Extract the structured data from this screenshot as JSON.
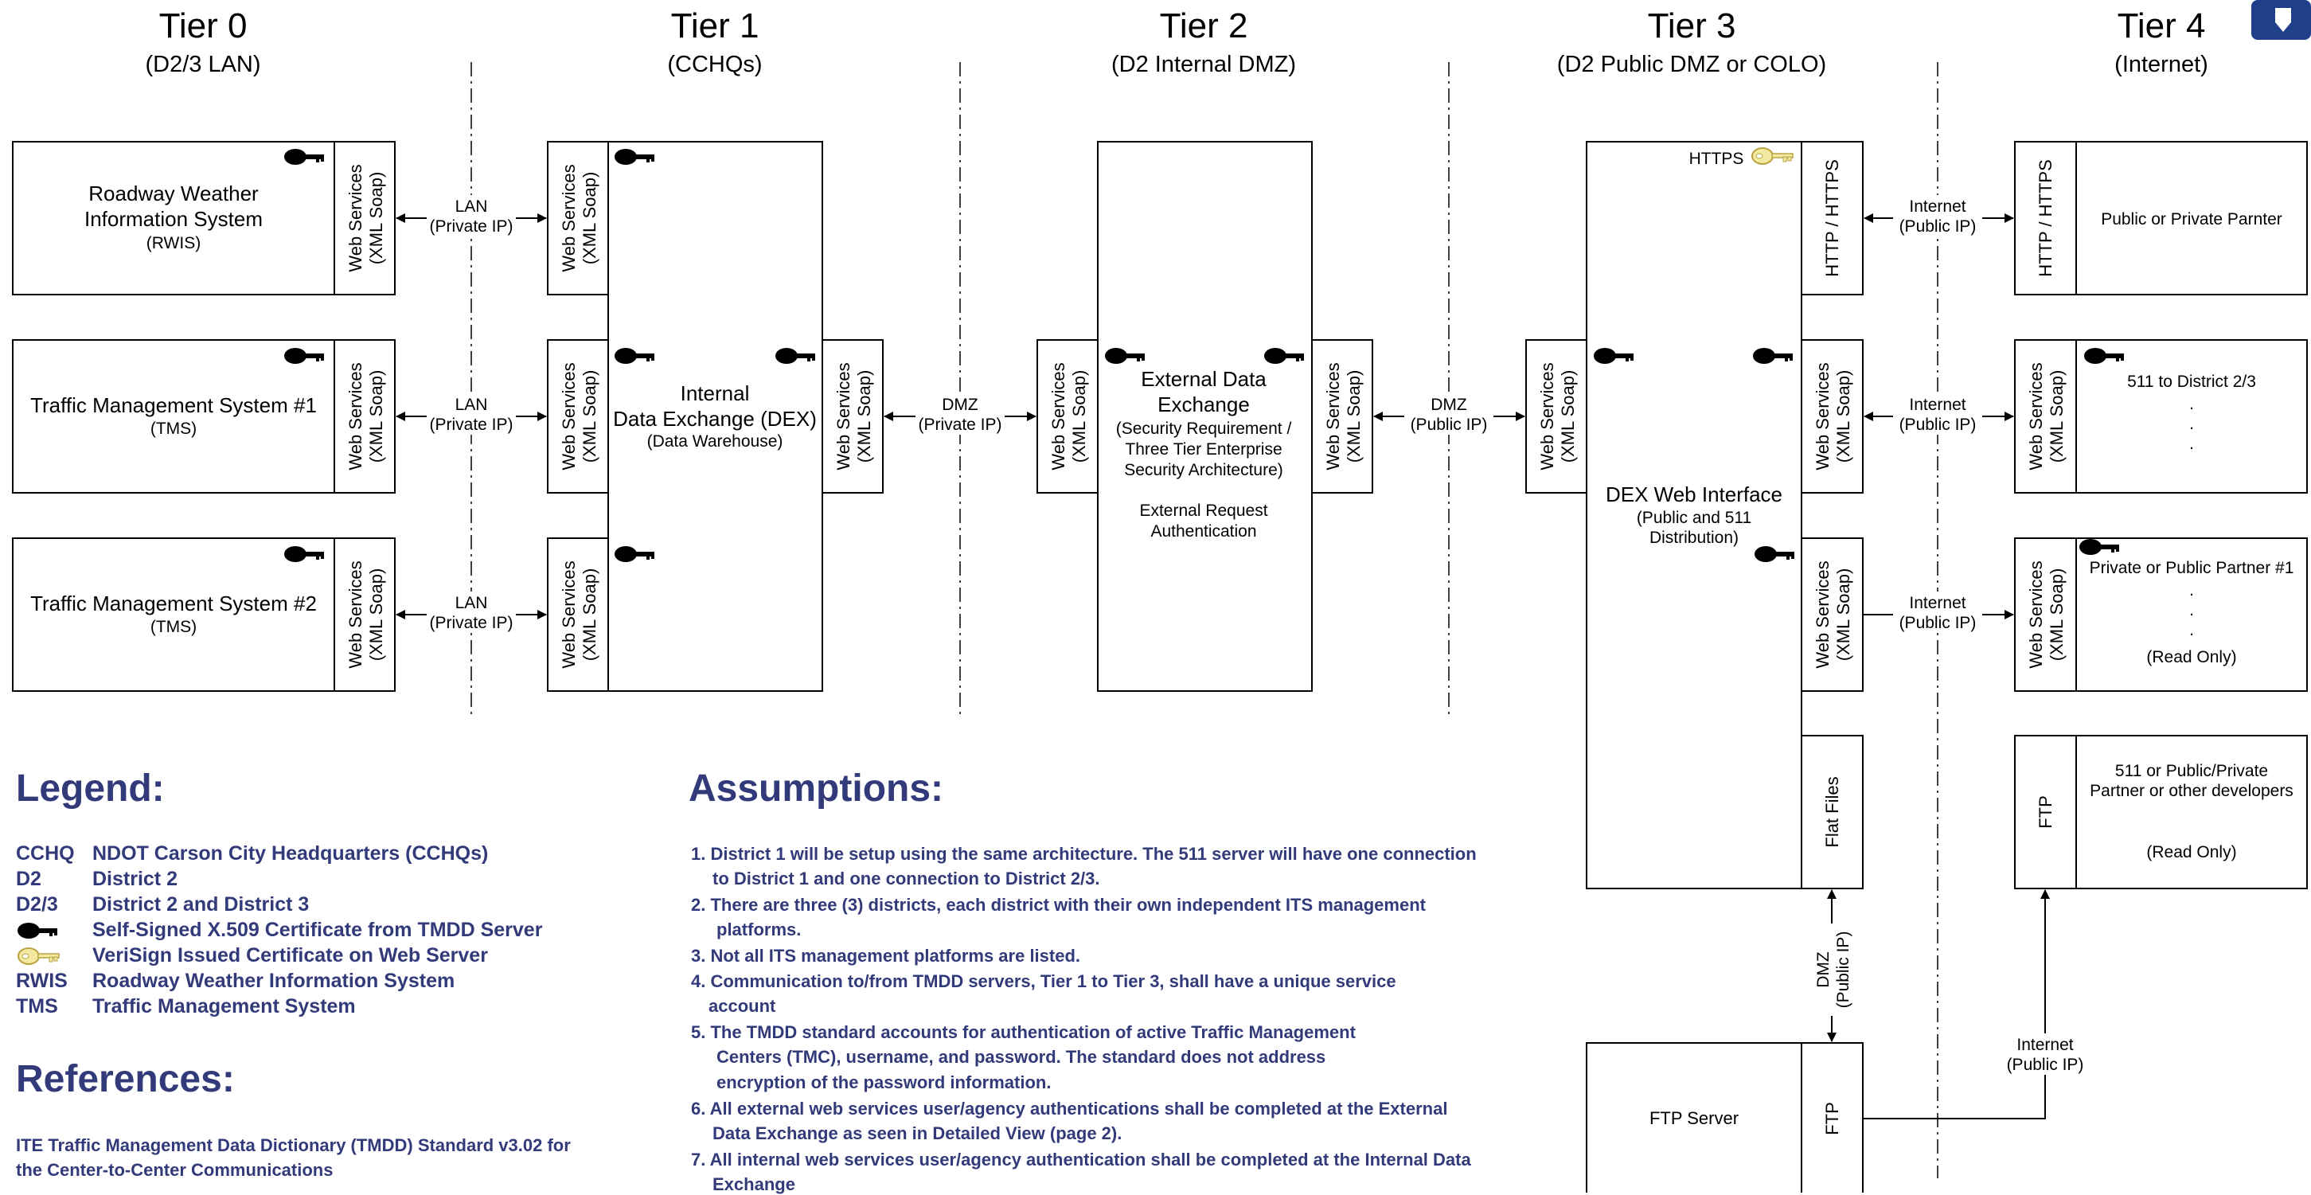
{
  "tiers": [
    {
      "title": "Tier 0",
      "subtitle": "(D2/3 LAN)"
    },
    {
      "title": "Tier 1",
      "subtitle": "(CCHQs)"
    },
    {
      "title": "Tier 2",
      "subtitle": "(D2 Internal DMZ)"
    },
    {
      "title": "Tier 3",
      "subtitle": "(D2 Public DMZ or COLO)"
    },
    {
      "title": "Tier 4",
      "subtitle": "(Internet)"
    }
  ],
  "common": {
    "ws1": "Web Services",
    "ws2": "(XML Soap)",
    "http": "HTTP / HTTPS",
    "ftp": "FTP",
    "flat_files": "Flat Files",
    "https": "HTTPS"
  },
  "tier0": {
    "rwis": [
      "Roadway Weather",
      "Information System",
      "(RWIS)"
    ],
    "tms1": [
      "Traffic Management System #1",
      "(TMS)"
    ],
    "tms2": [
      "Traffic Management System #2",
      "(TMS)"
    ]
  },
  "links": {
    "lan": [
      "LAN",
      "(Private IP)"
    ],
    "dmz_private": [
      "DMZ",
      "(Private IP)"
    ],
    "dmz_public": [
      "DMZ",
      "(Public IP)"
    ],
    "internet": [
      "Internet",
      "(Public IP)"
    ]
  },
  "tier1": {
    "dex": [
      "Internal",
      "Data Exchange (DEX)",
      "(Data Warehouse)"
    ]
  },
  "tier2": {
    "ext": [
      "External Data",
      "Exchange",
      "(Security Requirement /",
      "Three Tier Enterprise",
      "Security Architecture)",
      "External Request",
      "Authentication"
    ]
  },
  "tier3": {
    "web": [
      "DEX Web Interface",
      "(Public and 511",
      "Distribution)"
    ],
    "ftp_server": "FTP Server"
  },
  "tier4": {
    "partner": "Public or Private Parnter",
    "d23": "511 to District 2/3",
    "dot": ".",
    "partner1": "Private or Public Partner #1",
    "read_only": "(Read Only)",
    "dev": [
      "511 or Public/Private",
      "Partner or other developers",
      "(Read Only)"
    ]
  },
  "legend": {
    "title": "Legend:",
    "items": [
      {
        "abbr": "CCHQ",
        "text": "NDOT Carson City Headquarters (CCHQs)"
      },
      {
        "abbr": "D2",
        "text": "District 2"
      },
      {
        "abbr": "D2/3",
        "text": "District 2 and District 3"
      },
      {
        "abbr": "",
        "text": "Self-Signed X.509 Certificate from TMDD Server"
      },
      {
        "abbr": "",
        "text": "VeriSign Issued Certificate on Web Server"
      },
      {
        "abbr": "RWIS",
        "text": "Roadway Weather Information System"
      },
      {
        "abbr": "TMS",
        "text": "Traffic Management System"
      }
    ]
  },
  "references": {
    "title": "References:",
    "lines": [
      "ITE Traffic Management Data Dictionary (TMDD) Standard v3.02 for",
      "the Center-to-Center Communications"
    ]
  },
  "assumptions": {
    "title": "Assumptions:",
    "lines": [
      "1.  District 1 will be setup using the same architecture.  The 511 server will have one connection",
      "to District 1 and one connection to District 2/3.",
      "2.  There are three (3) districts, each district with their own independent ITS management",
      "platforms.",
      "3.  Not all ITS management platforms are listed.",
      "4.  Communication to/from TMDD servers, Tier 1 to Tier 3, shall have a unique service",
      "account",
      "5.  The TMDD standard accounts for authentication of active Traffic Management",
      "Centers (TMC), username, and password.  The standard does not address",
      "encryption of the password information.",
      "6.  All external web services user/agency authentications shall be completed at the External",
      "Data Exchange as seen in Detailed View (page 2).",
      "7.  All internal web services user/agency authentication shall be completed at the Internal Data",
      "Exchange"
    ]
  },
  "colors": {
    "text_blue": "#323a7a",
    "gold_key": "#f3e9a1",
    "logo_blue": "#1f3f8a"
  }
}
